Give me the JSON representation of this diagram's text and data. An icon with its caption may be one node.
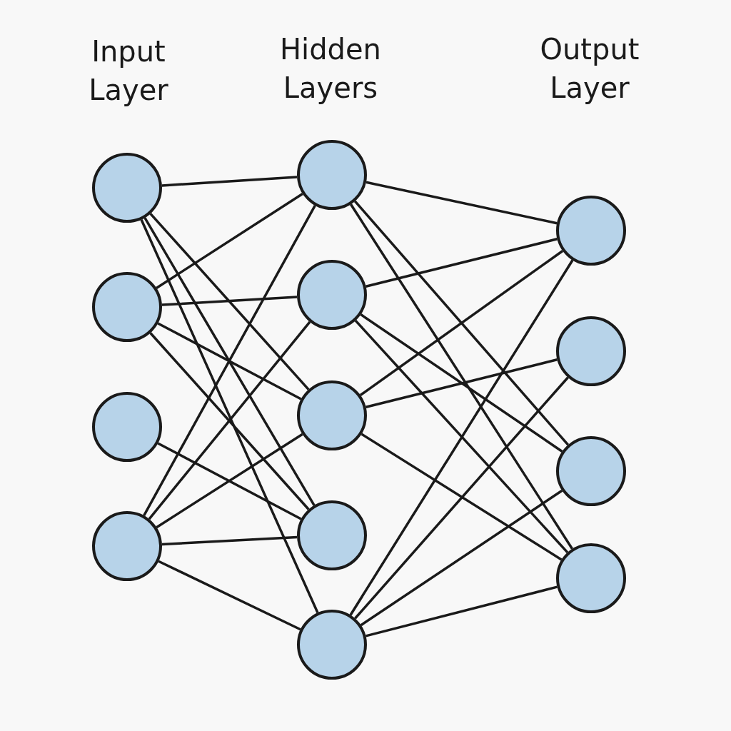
{
  "diagram": {
    "nodes": [
      {
        "text": [],
        "shape": "circle"
      },
      {
        "text": [],
        "shape": "circle"
      },
      {
        "text": [],
        "shape": "circle"
      },
      {
        "text": [],
        "shape": "circle"
      },
      {
        "text": [],
        "shape": "circle"
      },
      {
        "text": [],
        "shape": "circle"
      },
      {
        "text": [],
        "shape": "circle"
      },
      {
        "text": [],
        "shape": "circle"
      },
      {
        "text": [],
        "shape": "circle"
      },
      {
        "text": [],
        "shape": "circle"
      },
      {
        "text": [],
        "shape": "circle"
      },
      {
        "text": [],
        "shape": "circle"
      },
      {
        "text": [],
        "shape": "circle"
      }
    ],
    "edges": [
      {
        "from": 0,
        "to": 4,
        "arrow": "none"
      },
      {
        "from": 0,
        "to": 6,
        "arrow": "none"
      },
      {
        "from": 0,
        "to": 7,
        "arrow": "none"
      },
      {
        "from": 0,
        "to": 8,
        "arrow": "none"
      },
      {
        "from": 1,
        "to": 4,
        "arrow": "none"
      },
      {
        "from": 1,
        "to": 5,
        "arrow": "none"
      },
      {
        "from": 1,
        "to": 6,
        "arrow": "none"
      },
      {
        "from": 1,
        "to": 7,
        "arrow": "none"
      },
      {
        "from": 2,
        "to": 7,
        "arrow": "none"
      },
      {
        "from": 3,
        "to": 4,
        "arrow": "none"
      },
      {
        "from": 3,
        "to": 5,
        "arrow": "none"
      },
      {
        "from": 3,
        "to": 6,
        "arrow": "none"
      },
      {
        "from": 3,
        "to": 7,
        "arrow": "none"
      },
      {
        "from": 3,
        "to": 8,
        "arrow": "none"
      },
      {
        "from": 4,
        "to": 9,
        "arrow": "none"
      },
      {
        "from": 4,
        "to": 11,
        "arrow": "none"
      },
      {
        "from": 4,
        "to": 12,
        "arrow": "none"
      },
      {
        "from": 5,
        "to": 9,
        "arrow": "none"
      },
      {
        "from": 5,
        "to": 11,
        "arrow": "none"
      },
      {
        "from": 5,
        "to": 12,
        "arrow": "none"
      },
      {
        "from": 6,
        "to": 9,
        "arrow": "none"
      },
      {
        "from": 6,
        "to": 10,
        "arrow": "none"
      },
      {
        "from": 6,
        "to": 12,
        "arrow": "none"
      },
      {
        "from": 8,
        "to": 9,
        "arrow": "none"
      },
      {
        "from": 8,
        "to": 10,
        "arrow": "none"
      },
      {
        "from": 8,
        "to": 11,
        "arrow": "none"
      },
      {
        "from": 8,
        "to": 12,
        "arrow": "none"
      }
    ],
    "labels": [
      "Input Layer",
      "Hidden Layers",
      "Output Layer"
    ]
  }
}
